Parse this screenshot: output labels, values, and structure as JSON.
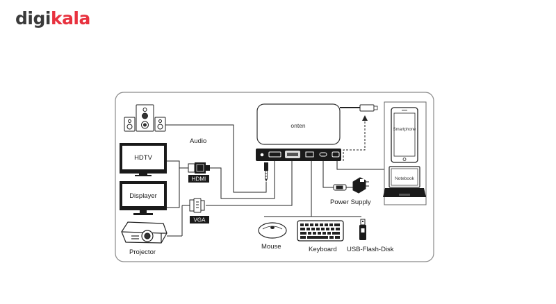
{
  "brand": {
    "part1": "digi",
    "part2": "kala",
    "color_dark": "#3a3a3a",
    "color_red": "#e8323f"
  },
  "hub": {
    "brand_text": "onten"
  },
  "labels": {
    "audio": "Audio",
    "hdtv": "HDTV",
    "displayer": "Displayer",
    "projector": "Projector",
    "hdmi": "HDMI",
    "vga": "VGA",
    "power_supply": "Power Supply",
    "smartphone": "Smartphone",
    "notebook": "Notebook",
    "mouse": "Mouse",
    "keyboard": "Keyboard",
    "usb_flash_disk": "USB-Flash-Disk"
  },
  "icons": [
    "speakers-icon",
    "hdtv-icon",
    "monitor-icon",
    "projector-icon",
    "hdmi-plug-icon",
    "vga-plug-icon",
    "audio-jack-icon",
    "power-adapter-icon",
    "smartphone-icon",
    "laptop-icon",
    "mouse-icon",
    "keyboard-icon",
    "usb-flash-icon"
  ]
}
